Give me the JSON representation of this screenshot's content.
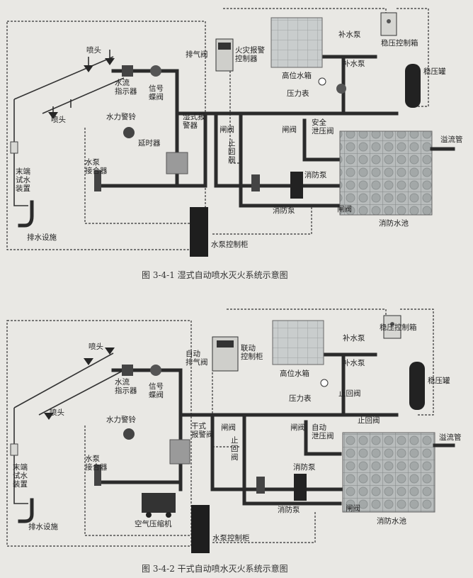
{
  "fig1": {
    "caption": "图 3-4-1    湿式自动喷水灭火系统示意图",
    "labels": {
      "sprinkler_top": "喷头",
      "sprinkler_left": "喷头",
      "flow_indicator": "水流\n指示器",
      "signal_valve": "信号\n蝶阀",
      "exhaust_valve": "排气阀",
      "fire_alarm": "火灾报警\n控制器",
      "high_tank": "高位水箱",
      "makeup_pump_a": "补水泵",
      "makeup_pump_b": "补水泵",
      "stab_box": "稳压控制箱",
      "stab_tank": "稳压罐",
      "pressure_gauge": "压力表",
      "water_bell": "水力警铃",
      "delay": "延时器",
      "wet_alarm": "湿式报\n警器",
      "end_test": "末端\n试水\n装置",
      "connector": "水泵\n接合器",
      "gate_valve_1": "闸阀",
      "check_valve": "止\n回\n阀",
      "gate_valve_2": "闸阀",
      "safety_valve": "安全\n泄压阀",
      "overflow": "溢流管",
      "fire_pump_a": "消防泵",
      "fire_pump_b": "消防泵",
      "gate_valve_3": "闸阀",
      "fire_pool": "消防水池",
      "drain": "排水设施",
      "pump_cabinet": "水泵控制柜"
    }
  },
  "fig2": {
    "caption": "图 3-4-2    干式自动喷水灭火系统示意图",
    "labels": {
      "sprinkler_top": "喷头",
      "sprinkler_left": "喷头",
      "flow_indicator": "水流\n指示器",
      "signal_valve": "信号\n蝶阀",
      "auto_exhaust": "自动\n排气阀",
      "link_cabinet": "联动\n控制柜",
      "high_tank": "高位水箱",
      "makeup_pump_a": "补水泵",
      "makeup_pump_b": "补水泵",
      "stab_box": "稳压控制箱",
      "stab_tank": "稳压罐",
      "pressure_gauge": "压力表",
      "check_valve_top": "止回阀",
      "water_bell": "水力警铃",
      "dry_alarm": "干式\n报警阀",
      "end_test": "末端\n试水\n装置",
      "connector": "水泵\n接合器",
      "gate_valve_1": "闸阀",
      "check_valve": "止\n回\n阀",
      "gate_valve_2": "闸阀",
      "safety_valve": "自动\n泄压阀",
      "check_valve_2": "止回阀",
      "overflow": "溢流管",
      "fire_pump_a": "消防泵",
      "fire_pump_b": "消防泵",
      "gate_valve_3": "闸阀",
      "fire_pool": "消防水池",
      "air_comp": "空气压缩机",
      "drain": "排水设施",
      "pump_cabinet": "水泵控制柜"
    }
  }
}
